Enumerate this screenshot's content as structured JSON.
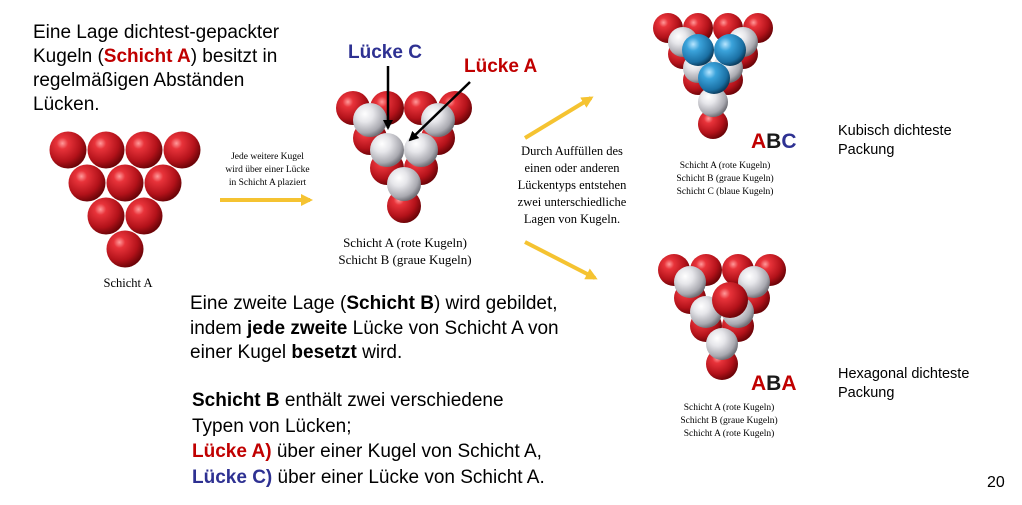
{
  "intro": {
    "line1": "Eine Lage dichtest-gepackter",
    "line2_pre": "Kugeln (",
    "line2_bold": "Schicht A",
    "line2_post": ") besitzt in",
    "line3": "regelmäßigen Abständen",
    "line4": "Lücken."
  },
  "caption_layer_a": "Schicht A",
  "arrow_text": [
    "Jede weitere Kugel",
    "wird über einer Lücke",
    "in Schicht A plaziert"
  ],
  "label_gap_c": "Lücke C",
  "label_gap_a": "Lücke A",
  "caption_ab": [
    "Schicht A (rote Kugeln)",
    "Schicht B (graue Kugeln)"
  ],
  "fill_text": [
    "Durch Auffüllen des",
    "einen oder anderen",
    "Lückentyps entstehen",
    "zwei unterschiedliche",
    "Lagen von Kugeln."
  ],
  "abc": {
    "letters": [
      "A",
      "B",
      "C"
    ],
    "name_line1": "Kubisch dichteste",
    "name_line2": "Packung",
    "layers": [
      "Schicht A (rote Kugeln)",
      "Schicht B (graue Kugeln)",
      "Schicht C (blaue Kugeln)"
    ]
  },
  "aba": {
    "letters": [
      "A",
      "B",
      "A"
    ],
    "name_line1": "Hexagonal dichteste",
    "name_line2": "Packung",
    "layers": [
      "Schicht A (rote Kugeln)",
      "Schicht B (graue Kugeln)",
      "Schicht A (rote Kugeln)"
    ]
  },
  "para_b": {
    "l1_pre": "Eine zweite Lage (",
    "l1_bold": "Schicht B",
    "l1_post": ") wird gebildet,",
    "l2_pre": "indem ",
    "l2_bold": "jede zweite",
    "l2_post": " Lücke von Schicht A von",
    "l3_pre": "einer Kugel ",
    "l3_bold": "besetzt",
    "l3_post": " wird."
  },
  "para_gaps": {
    "l1_bold": "Schicht B",
    "l1_post": " enthält zwei verschiedene",
    "l2": "Typen von Lücken;",
    "l3_bold": "Lücke A)",
    "l3_post": " über einer Kugel von Schicht A,",
    "l4_bold": "Lücke C)",
    "l4_post": " über einer Lücke von Schicht A."
  },
  "page_number": "20",
  "colors": {
    "red_sphere": "#cc1f24",
    "grey_sphere": "#d4d4d8",
    "blue_sphere": "#2a8fc8",
    "accent_red": "#c00000",
    "accent_blue": "#2e3192",
    "arrow_gold": "#f5c331"
  }
}
